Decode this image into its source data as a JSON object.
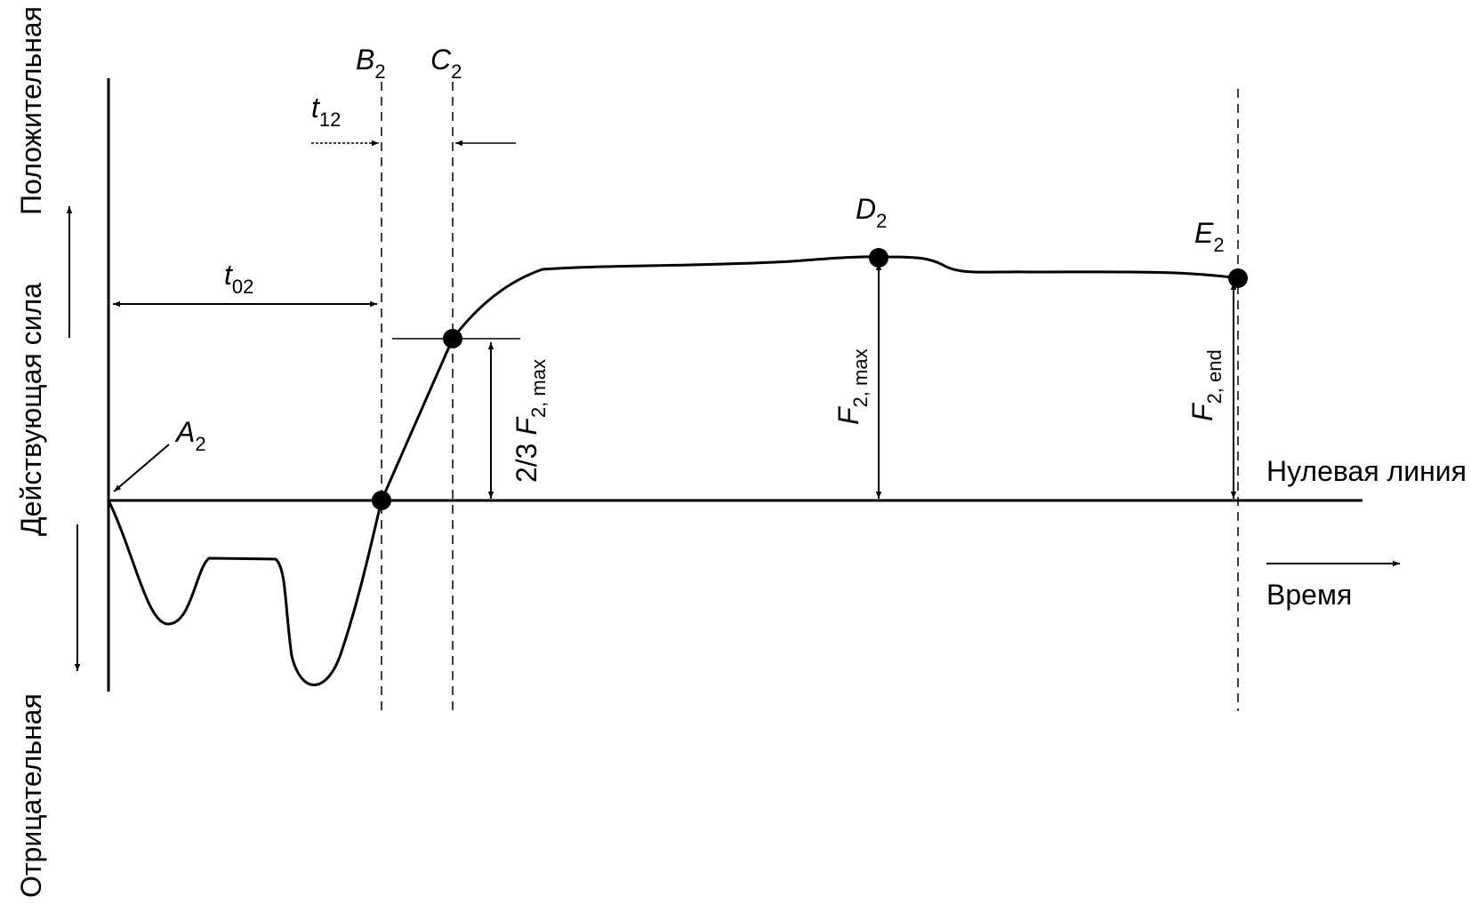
{
  "axis": {
    "positive": "Положительная",
    "force": "Действующая сила",
    "negative": "Отрицательная",
    "time": "Время",
    "zero_line": "Нулевая линия"
  },
  "points": {
    "A": {
      "base": "A",
      "sub": "2"
    },
    "B": {
      "base": "B",
      "sub": "2"
    },
    "C": {
      "base": "C",
      "sub": "2"
    },
    "D": {
      "base": "D",
      "sub": "2"
    },
    "E": {
      "base": "E",
      "sub": "2"
    }
  },
  "intervals": {
    "t02": {
      "base": "t",
      "sub": "02"
    },
    "t12": {
      "base": "t",
      "sub": "12"
    }
  },
  "forces": {
    "two_thirds": {
      "prefix": "2/3 ",
      "base": "F",
      "sub": "2, max"
    },
    "fmax": {
      "base": "F",
      "sub": "2, max"
    },
    "fend": {
      "base": "F",
      "sub": "2, end"
    }
  },
  "colors": {
    "ink": "#000000",
    "background": "#ffffff"
  }
}
